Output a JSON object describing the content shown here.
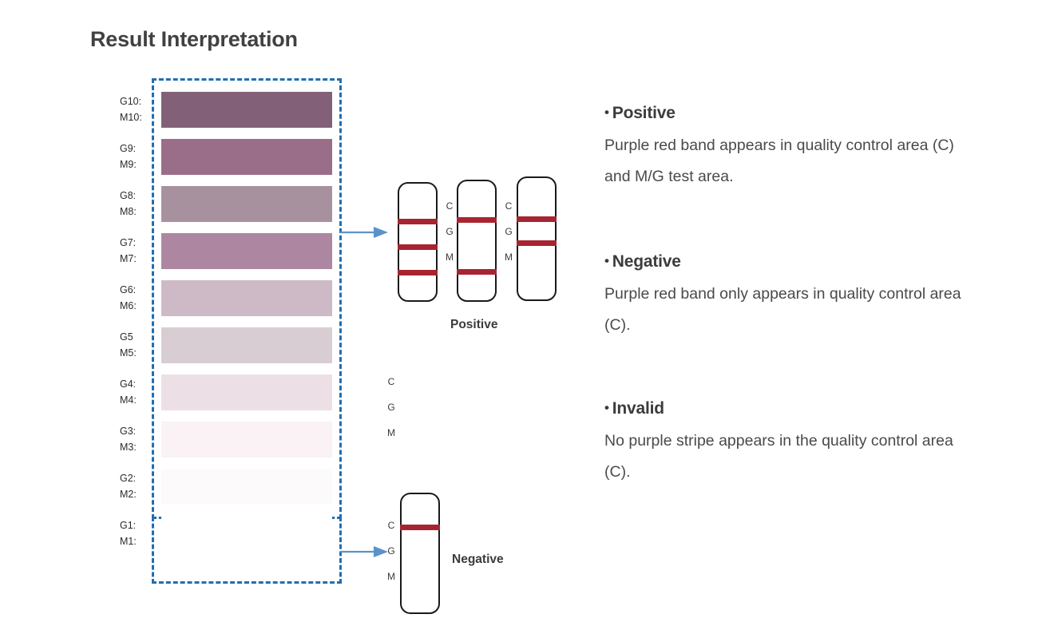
{
  "page": {
    "title": "Result Interpretation",
    "background": "#ffffff",
    "accent_blue": "#1f6fb4",
    "arrow_blue": "#5b92c8",
    "band_red": "#a82431",
    "strip_outline": "#1a1a1a"
  },
  "gradient_scale": {
    "rows": [
      {
        "g_label": "G10:",
        "m_label": "M10:",
        "color": "#826178"
      },
      {
        "g_label": "G9:",
        "m_label": "M9:",
        "color": "#9a6d88"
      },
      {
        "g_label": "G8:",
        "m_label": "M8:",
        "color": "#a8919f"
      },
      {
        "g_label": "G7:",
        "m_label": "M7:",
        "color": "#ad87a1"
      },
      {
        "g_label": "G6:",
        "m_label": "M6:",
        "color": "#ceb9c6"
      },
      {
        "g_label": "G5",
        "m_label": "M5:",
        "color": "#d8cdd3"
      },
      {
        "g_label": "G4:",
        "m_label": "M4:",
        "color": "#ece0e6"
      },
      {
        "g_label": "G3:",
        "m_label": "M3:",
        "color": "#faf2f5"
      },
      {
        "g_label": "G2:",
        "m_label": "M2:",
        "color": "#fdfafb"
      },
      {
        "g_label": "G1:",
        "m_label": "M1:",
        "color": "#ffffff"
      }
    ]
  },
  "strips": {
    "positive": {
      "caption": "Positive",
      "markers": [
        "C",
        "G",
        "M"
      ],
      "items": [
        {
          "name": "strip-positive-1",
          "bands": [
            "C",
            "G",
            "M"
          ]
        },
        {
          "name": "strip-positive-2",
          "bands": [
            "C",
            "M"
          ]
        },
        {
          "name": "strip-positive-3",
          "bands": [
            "C",
            "G"
          ]
        }
      ]
    },
    "negative": {
      "caption": "Negative",
      "markers": [
        "C",
        "G",
        "M"
      ],
      "bands": [
        "C"
      ]
    }
  },
  "legend": {
    "items": [
      {
        "bullet": "•",
        "title": "Positive",
        "text": "Purple red band appears in quality control area (C) and M/G test area."
      },
      {
        "bullet": "•",
        "title": "Negative",
        "text": "Purple red band only appears in quality control area (C)."
      },
      {
        "bullet": "•",
        "title": "Invalid",
        "text": "No purple stripe appears in the quality control area (C)."
      }
    ]
  }
}
